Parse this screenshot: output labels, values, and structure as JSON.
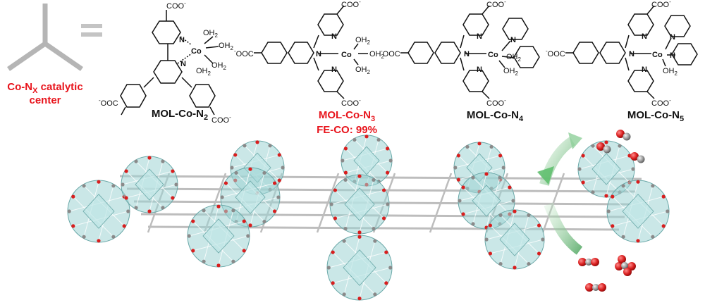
{
  "legend": {
    "title_prefix": "Co-N",
    "title_sub": "X",
    "title_suffix": " catalytic",
    "title_line2": "center",
    "accent_color": "#e8141c"
  },
  "atoms": {
    "cobalt": "Co",
    "nitrogen": "N",
    "water": "OH",
    "water_sub": "2",
    "carboxylate": "COO",
    "carboxylate_left": "OOC",
    "charge": "-"
  },
  "structures": [
    {
      "name_prefix": "MOL-Co-N",
      "name_sub": "2",
      "highlight": false,
      "note": ""
    },
    {
      "name_prefix": "MOL-Co-N",
      "name_sub": "3",
      "highlight": true,
      "note": "FE-CO: 99%"
    },
    {
      "name_prefix": "MOL-Co-N",
      "name_sub": "4",
      "highlight": false,
      "note": ""
    },
    {
      "name_prefix": "MOL-Co-N",
      "name_sub": "5",
      "highlight": false,
      "note": ""
    }
  ],
  "colors": {
    "cluster_fill": "#9fd4d4",
    "cluster_stroke": "#6aa8a8",
    "linker": "#bdbdbd",
    "oxygen": "#d81e1e",
    "carbon": "#8a8a8a",
    "arrow_green": "#7cc48a"
  }
}
